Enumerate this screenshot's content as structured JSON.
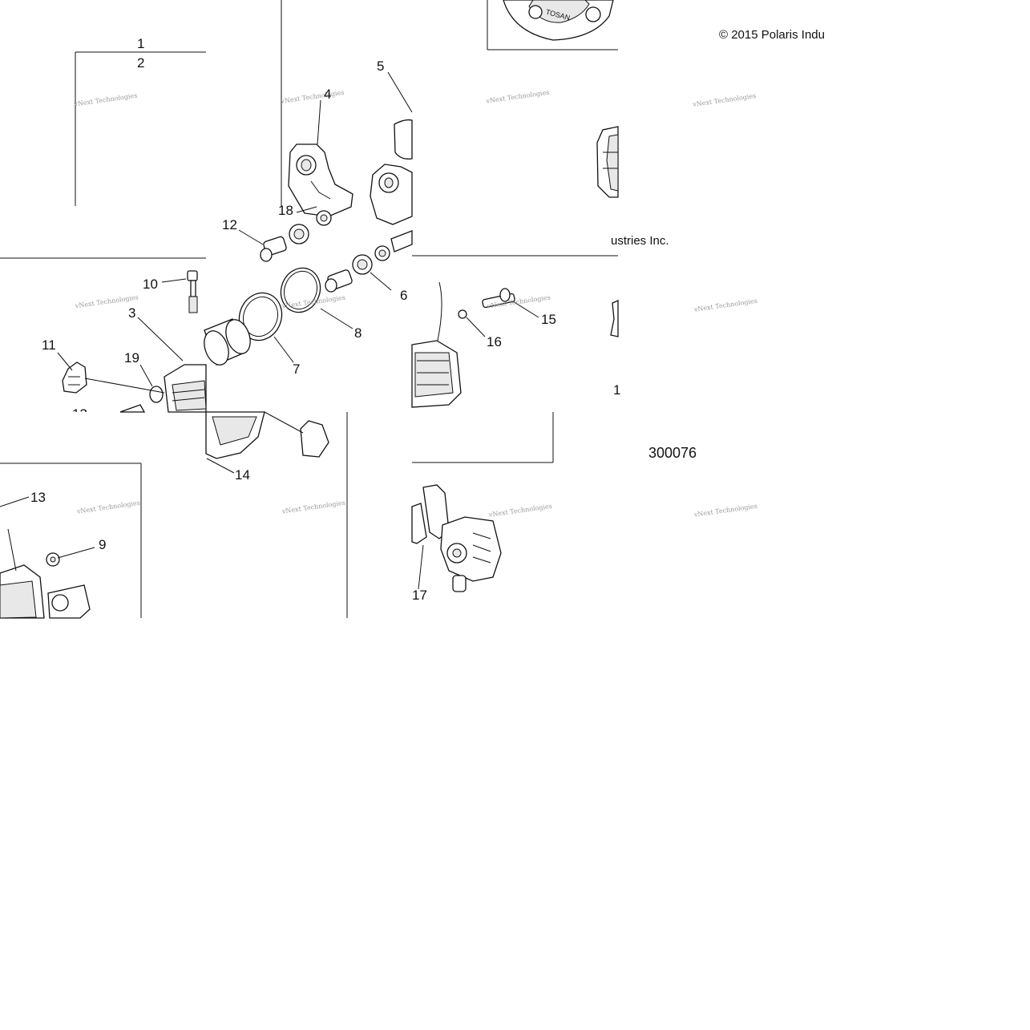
{
  "diagram": {
    "copyright_lines": [
      "© 2015 Polaris Indu",
      "ustries Inc."
    ],
    "document_number": "300076",
    "watermark_line1": "vNext Technologies",
    "callouts": [
      "1",
      "2",
      "3",
      "4",
      "5",
      "6",
      "7",
      "8",
      "9",
      "10",
      "11",
      "12",
      "13",
      "14",
      "15",
      "16",
      "17",
      "18",
      "19",
      "1",
      "13"
    ]
  }
}
